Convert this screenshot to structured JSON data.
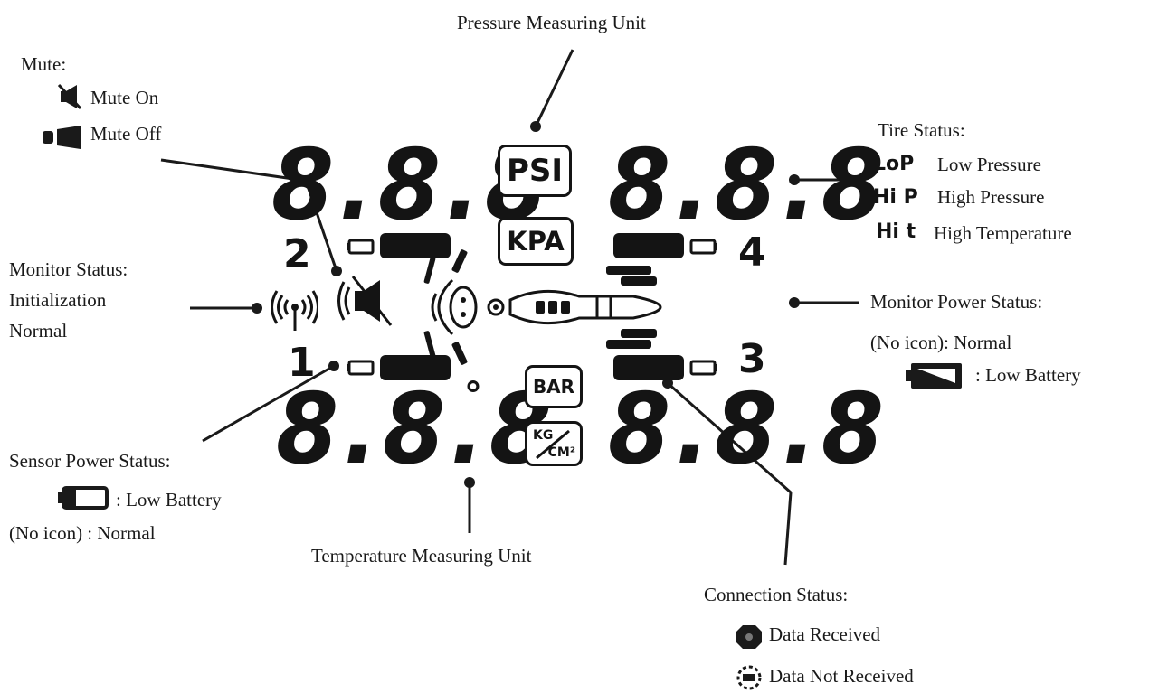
{
  "labels": {
    "pressure_unit": "Pressure Measuring Unit",
    "mute_title": "Mute:",
    "mute_on": "Mute On",
    "mute_off": "Mute Off",
    "tire_status_title": "Tire Status:",
    "low_pressure": "Low Pressure",
    "high_pressure": "High Pressure",
    "high_temperature": "High Temperature",
    "monitor_status_title": "Monitor Status:",
    "monitor_initialization": "Initialization",
    "monitor_normal": "Normal",
    "monitor_power_title": "Monitor Power Status:",
    "monitor_power_normal": "(No icon): Normal",
    "monitor_power_low": ": Low Battery",
    "sensor_power_title": "Sensor Power Status:",
    "sensor_power_low": ": Low Battery",
    "sensor_power_normal": "(No icon) : Normal",
    "temperature_unit": "Temperature Measuring Unit",
    "connection_title": "Connection Status:",
    "data_received": "Data Received",
    "data_not_received": "Data Not Received"
  },
  "display": {
    "readout_top_left": "8.8.8",
    "readout_top_right": "8.8.8",
    "readout_bottom_left": "8.8.8",
    "readout_bottom_right": "8.8.8",
    "degree_sign": "°",
    "tire_numbers": [
      "2",
      "4",
      "1",
      "3"
    ],
    "units": [
      "PSI",
      "KPA",
      "BAR"
    ],
    "unit_kg": "KG",
    "unit_cm": "CM²"
  },
  "tire_status_codes": {
    "low_pressure": "LoP",
    "high_pressure": "Hi P",
    "high_temperature": "Hi t"
  },
  "icons": [
    "mute-on-icon",
    "mute-off-icon",
    "antenna-icon",
    "speaker-icon",
    "motorcycle-icon",
    "sensor-battery-icon",
    "monitor-battery-icon",
    "data-received-icon",
    "data-not-received-icon"
  ]
}
